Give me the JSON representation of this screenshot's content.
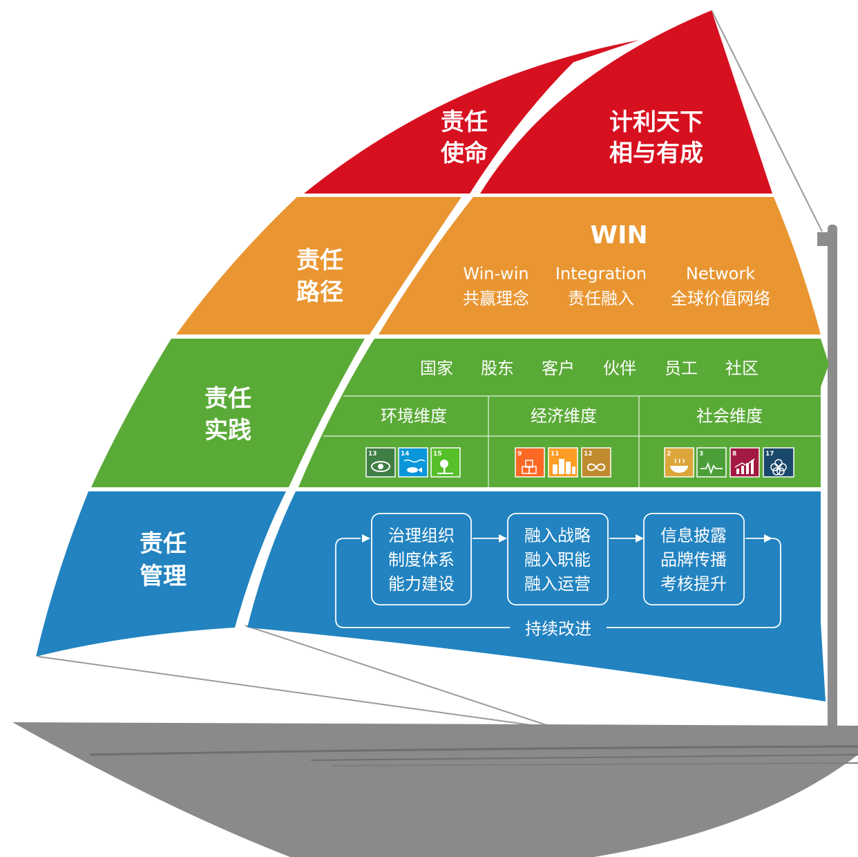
{
  "mission": {
    "label_line1": "责任",
    "label_line2": "使命",
    "value_line1": "计利天下",
    "value_line2": "相与有成",
    "color": "#d7101f"
  },
  "path": {
    "label_line1": "责任",
    "label_line2": "路径",
    "title": "WIN",
    "items": [
      {
        "en": "Win-win",
        "cn": "共赢理念"
      },
      {
        "en": "Integration",
        "cn": "责任融入"
      },
      {
        "en": "Network",
        "cn": "全球价值网络"
      }
    ],
    "color": "#e99632"
  },
  "practice": {
    "label_line1": "责任",
    "label_line2": "实践",
    "stakeholders": [
      "国家",
      "股东",
      "客户",
      "伙伴",
      "员工",
      "社区"
    ],
    "dimensions": [
      "环境维度",
      "经济维度",
      "社会维度"
    ],
    "sdg_groups": [
      [
        {
          "num": "13",
          "color": "#3f7e44",
          "icon": "eye-globe-icon"
        },
        {
          "num": "14",
          "color": "#0a97d9",
          "icon": "fish-icon"
        },
        {
          "num": "15",
          "color": "#56c02b",
          "icon": "tree-icon"
        }
      ],
      [
        {
          "num": "9",
          "color": "#fd6925",
          "icon": "cubes-icon"
        },
        {
          "num": "11",
          "color": "#fd9d24",
          "icon": "city-icon"
        },
        {
          "num": "12",
          "color": "#bf8b2e",
          "icon": "infinity-icon"
        }
      ],
      [
        {
          "num": "2",
          "color": "#dda63a",
          "icon": "bowl-icon"
        },
        {
          "num": "3",
          "color": "#4c9f38",
          "icon": "heartbeat-icon"
        },
        {
          "num": "8",
          "color": "#a21942",
          "icon": "growth-chart-icon"
        },
        {
          "num": "17",
          "color": "#19486a",
          "icon": "flower-rings-icon"
        }
      ]
    ],
    "color": "#5aaa37"
  },
  "management": {
    "label_line1": "责任",
    "label_line2": "管理",
    "boxes": [
      [
        "治理组织",
        "制度体系",
        "能力建设"
      ],
      [
        "融入战略",
        "融入职能",
        "融入运营"
      ],
      [
        "信息披露",
        "品牌传播",
        "考核提升"
      ]
    ],
    "loop_label": "持续改进",
    "color": "#2283c0"
  },
  "colors": {
    "hull": "#8a8a8a",
    "mast": "#8c8c8c",
    "rigging": "#9a9a9a"
  }
}
